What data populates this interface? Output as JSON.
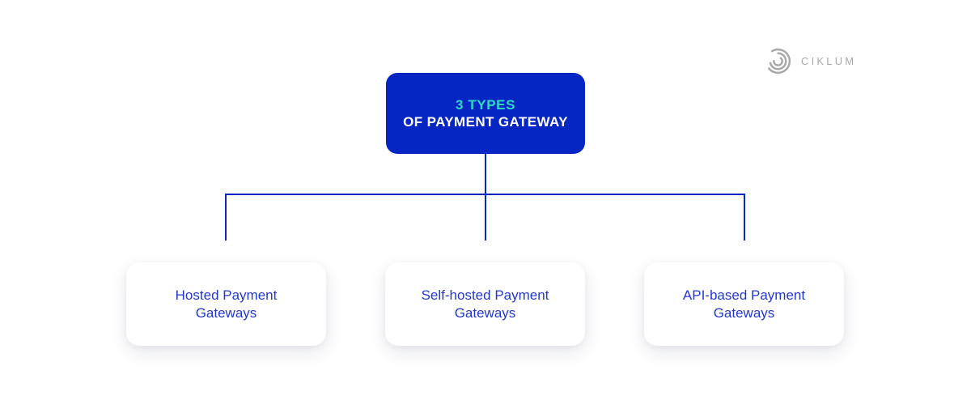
{
  "brand": {
    "logo_icon": "ciklum-arcs-icon",
    "logo_text": "CIKLUM",
    "logo_color": "#a8a8a8"
  },
  "diagram": {
    "root": {
      "title_line1": "3 TYPES",
      "title_line2": "OF PAYMENT GATEWAY",
      "bg_color": "#0626c3",
      "accent_color": "#2fd9c5",
      "text_color": "#ffffff"
    },
    "connector_color": "#0527c4",
    "children": [
      {
        "label": "Hosted Payment Gateways"
      },
      {
        "label": "Self-hosted Payment Gateways"
      },
      {
        "label": "API-based Payment Gateways"
      }
    ],
    "child_text_color": "#2239cb"
  }
}
